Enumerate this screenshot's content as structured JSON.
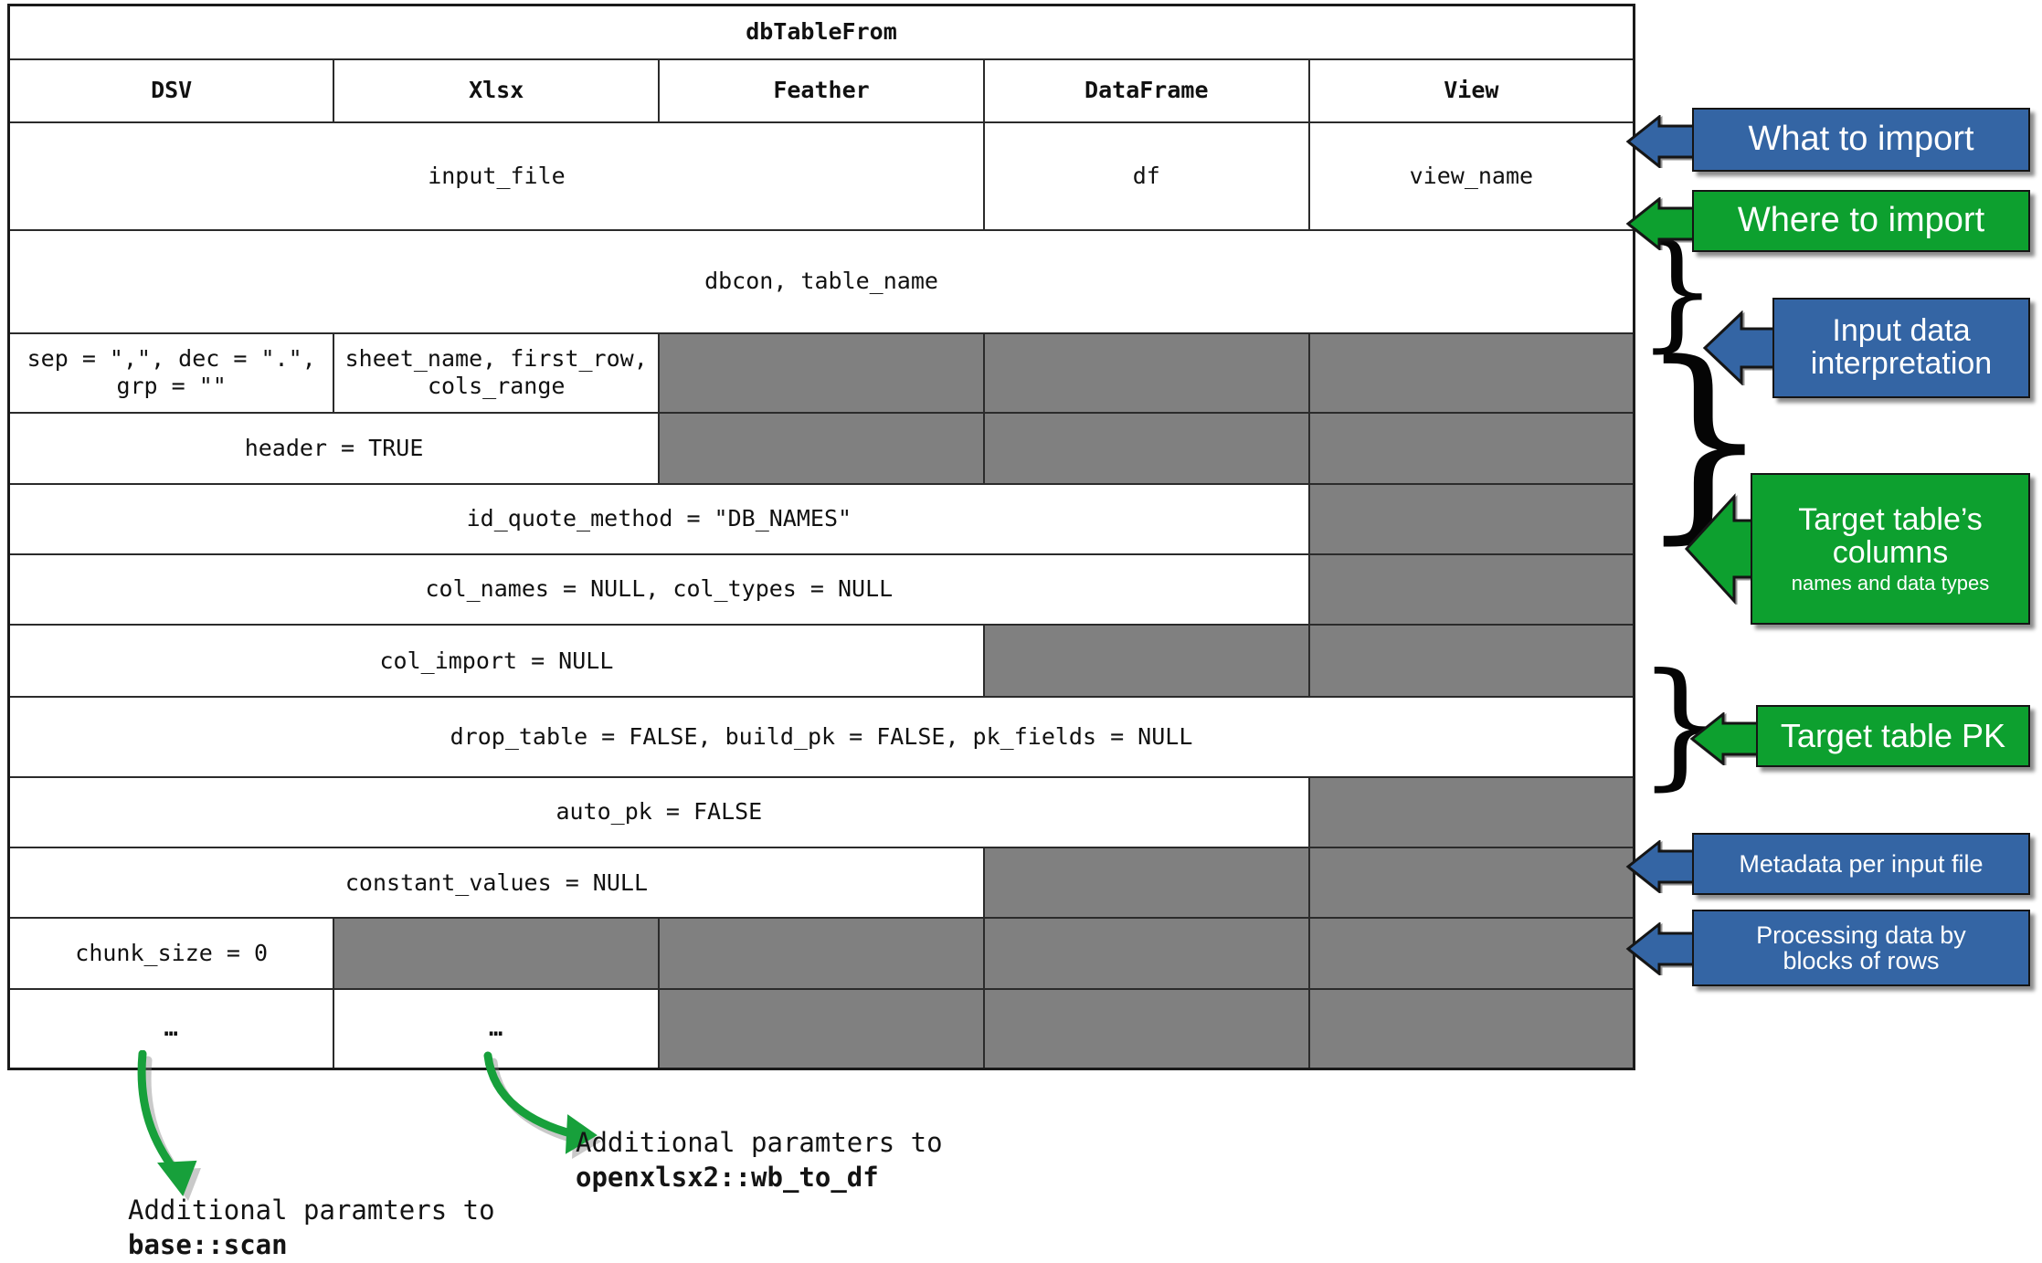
{
  "table": {
    "title": "dbTableFrom",
    "columns": [
      "DSV",
      "Xlsx",
      "Feather",
      "DataFrame",
      "View"
    ],
    "rows": [
      {
        "id": "what-to-import",
        "cells": [
          {
            "text": "input_file",
            "span": 3,
            "gray": false
          },
          {
            "text": "df",
            "span": 1,
            "gray": false
          },
          {
            "text": "view_name",
            "span": 1,
            "gray": false
          }
        ]
      },
      {
        "id": "where-to-import",
        "cells": [
          {
            "text": "dbcon, table_name",
            "span": 5,
            "gray": false
          }
        ]
      },
      {
        "id": "dsv-xlsx-options",
        "cells": [
          {
            "text": "sep = \",\", dec = \".\",\ngrp = \"\"",
            "span": 1,
            "gray": false
          },
          {
            "text": "sheet_name, first_row,\ncols_range",
            "span": 1,
            "gray": false
          },
          {
            "text": "",
            "span": 1,
            "gray": true
          },
          {
            "text": "",
            "span": 1,
            "gray": true
          },
          {
            "text": "",
            "span": 1,
            "gray": true
          }
        ]
      },
      {
        "id": "header-row",
        "cells": [
          {
            "text": "header = TRUE",
            "span": 2,
            "gray": false
          },
          {
            "text": "",
            "span": 1,
            "gray": true
          },
          {
            "text": "",
            "span": 1,
            "gray": true
          },
          {
            "text": "",
            "span": 1,
            "gray": true
          }
        ]
      },
      {
        "id": "id-quote-method",
        "cells": [
          {
            "text": "id_quote_method = \"DB_NAMES\"",
            "span": 4,
            "gray": false
          },
          {
            "text": "",
            "span": 1,
            "gray": true
          }
        ]
      },
      {
        "id": "col-names-types",
        "cells": [
          {
            "text": "col_names = NULL, col_types = NULL",
            "span": 4,
            "gray": false
          },
          {
            "text": "",
            "span": 1,
            "gray": true
          }
        ]
      },
      {
        "id": "col-import",
        "cells": [
          {
            "text": "col_import = NULL",
            "span": 3,
            "gray": false
          },
          {
            "text": "",
            "span": 1,
            "gray": true
          },
          {
            "text": "",
            "span": 1,
            "gray": true
          }
        ]
      },
      {
        "id": "drop-table-build-pk",
        "cells": [
          {
            "text": "drop_table = FALSE, build_pk = FALSE, pk_fields = NULL",
            "span": 5,
            "gray": false
          }
        ]
      },
      {
        "id": "auto-pk",
        "cells": [
          {
            "text": "auto_pk = FALSE",
            "span": 4,
            "gray": false
          },
          {
            "text": "",
            "span": 1,
            "gray": true
          }
        ]
      },
      {
        "id": "constant-values",
        "cells": [
          {
            "text": "constant_values = NULL",
            "span": 3,
            "gray": false
          },
          {
            "text": "",
            "span": 1,
            "gray": true
          },
          {
            "text": "",
            "span": 1,
            "gray": true
          }
        ]
      },
      {
        "id": "chunk-size",
        "cells": [
          {
            "text": "chunk_size = 0",
            "span": 1,
            "gray": false
          },
          {
            "text": "",
            "span": 1,
            "gray": true
          },
          {
            "text": "",
            "span": 1,
            "gray": true
          },
          {
            "text": "",
            "span": 1,
            "gray": true
          },
          {
            "text": "",
            "span": 1,
            "gray": true
          }
        ]
      },
      {
        "id": "ellipsis-row",
        "cells": [
          {
            "text": "…",
            "span": 1,
            "gray": false
          },
          {
            "text": "…",
            "span": 1,
            "gray": false
          },
          {
            "text": "",
            "span": 1,
            "gray": true
          },
          {
            "text": "",
            "span": 1,
            "gray": true
          },
          {
            "text": "",
            "span": 1,
            "gray": true
          }
        ]
      }
    ]
  },
  "callouts": [
    {
      "id": "what-to-import",
      "label": "What to import",
      "sub": "",
      "color": "blue"
    },
    {
      "id": "where-to-import",
      "label": "Where to import",
      "sub": "",
      "color": "green"
    },
    {
      "id": "input-data-interp",
      "label": "Input data\ninterpretation",
      "sub": "",
      "color": "blue"
    },
    {
      "id": "target-table-columns",
      "label": "Target table’s\ncolumns",
      "sub": "names and data types",
      "color": "green"
    },
    {
      "id": "target-table-pk",
      "label": "Target table PK",
      "sub": "",
      "color": "green"
    },
    {
      "id": "metadata-per-file",
      "label": "Metadata per input file",
      "sub": "",
      "color": "blue"
    },
    {
      "id": "processing-blocks",
      "label": "Processing data by\nblocks of rows",
      "sub": "",
      "color": "blue"
    }
  ],
  "braces": [
    "}",
    "}",
    "}"
  ],
  "notes": [
    {
      "id": "note-xlsx",
      "line1": "Additional paramters to",
      "line2": "openxlsx2::wb_to_df"
    },
    {
      "id": "note-dsv",
      "line1": "Additional paramters to",
      "line2": "base::scan"
    }
  ],
  "colors": {
    "blue": "#3465A4",
    "green": "#0DA02F",
    "gray_cell": "#808080",
    "arrow_green": "#17A03B",
    "border": "#2b2b2b",
    "text": "#111111"
  }
}
